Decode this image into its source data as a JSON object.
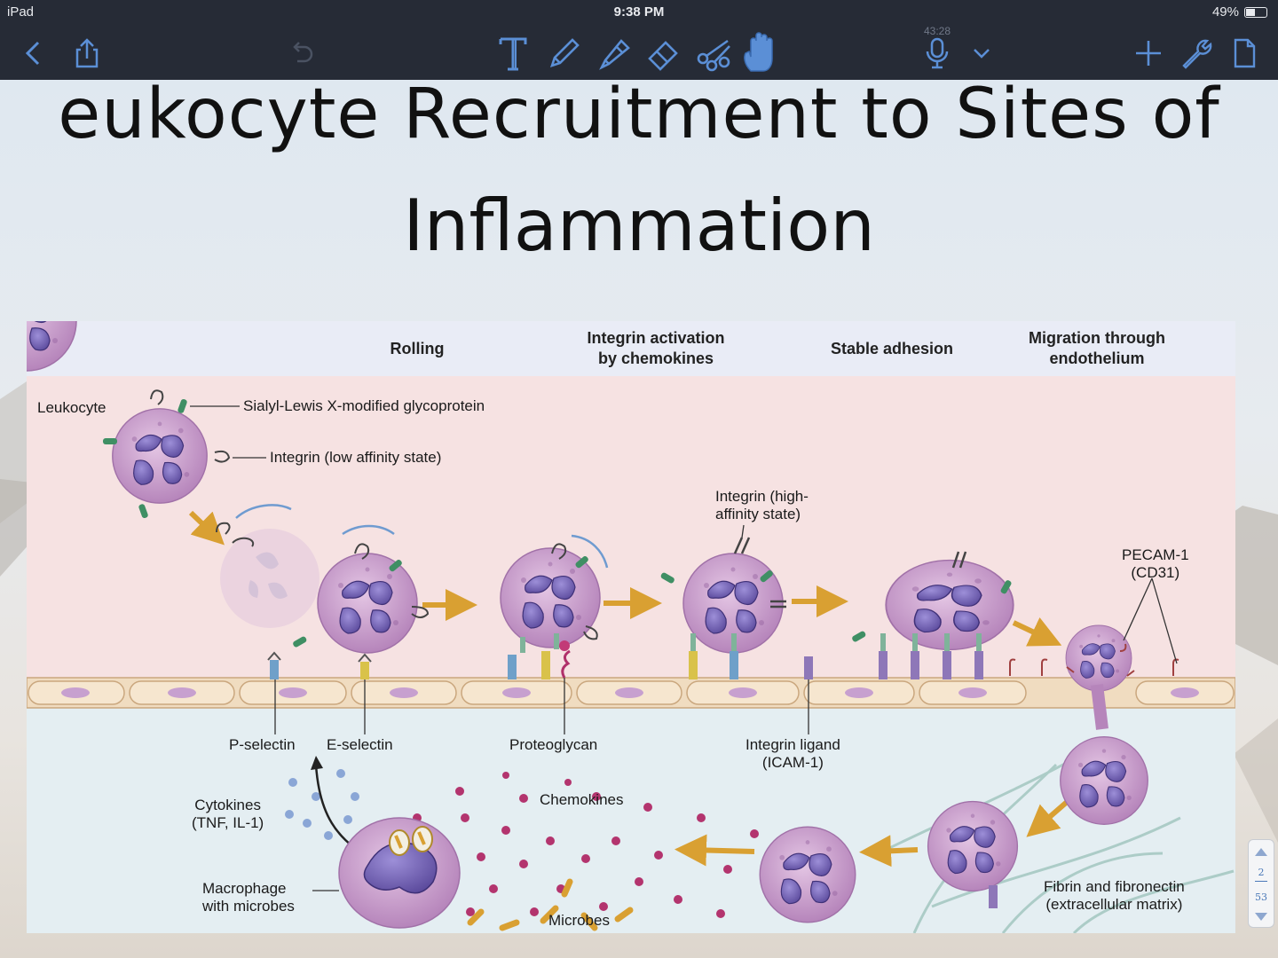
{
  "status_bar": {
    "device": "iPad",
    "time": "9:38 PM",
    "battery": "49%",
    "battery_level": 0.49
  },
  "toolbar": {
    "recording_timer": "43:28",
    "left_icons": [
      "back-chevron-icon",
      "share-icon",
      "undo-icon"
    ],
    "tool_icons": [
      "text-tool-icon",
      "pen-tool-icon",
      "highlighter-tool-icon",
      "eraser-tool-icon",
      "scissors-tool-icon",
      "hand-tool-icon"
    ],
    "right_icons": [
      "microphone-icon",
      "chevron-down-icon",
      "add-icon",
      "wrench-icon",
      "page-icon"
    ],
    "accent": "#5b8fd6"
  },
  "slide": {
    "title_line1": "eukocyte Recruitment to Sites of",
    "title_line2": "Inflammation"
  },
  "figure": {
    "headers": {
      "rolling": "Rolling",
      "integrin_activation": "Integrin activation\nby chemokines",
      "stable_adhesion": "Stable adhesion",
      "migration": "Migration through\nendothelium"
    },
    "labels": {
      "leukocyte": "Leukocyte",
      "sialyl": "Sialyl-Lewis X-modified glycoprotein",
      "integrin_low": "Integrin (low affinity state)",
      "integrin_high": "Integrin (high-\naffinity state)",
      "pecam": "PECAM-1\n(CD31)",
      "p_selectin": "P-selectin",
      "e_selectin": "E-selectin",
      "proteoglycan": "Proteoglycan",
      "integrin_ligand": "Integrin ligand\n(ICAM-1)",
      "cytokines": "Cytokines\n(TNF, IL-1)",
      "chemokines": "Chemokines",
      "macrophage": "Macrophage\nwith microbes",
      "microbes": "Microbes",
      "fibrin": "Fibrin and fibronectin\n(extracellular matrix)"
    },
    "colors": {
      "cell": "#c594c8",
      "nucleus": "#6b5aa8",
      "arrow": "#d9a032",
      "lumen": "#f6e2e2",
      "tissue": "#e4eef2",
      "endothelium": "#f0dcc0"
    }
  },
  "pager": {
    "current": "2",
    "total": "53"
  }
}
